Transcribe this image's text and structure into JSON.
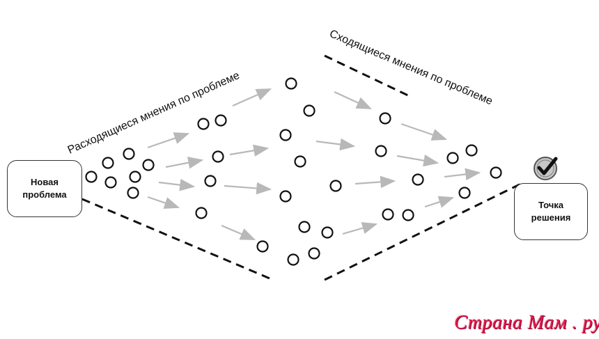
{
  "labels": {
    "divergent": "Расходящиеся мнения по проблеме",
    "convergent": "Сходящиеся мнения по проблеме"
  },
  "new_problem": {
    "line1": "Новая",
    "line2": "проблема"
  },
  "decision_point": {
    "line1": "Точка",
    "line2": "решения"
  },
  "check_icon": "check-mark-icon",
  "watermark": "Страна Мам . ру",
  "colors": {
    "line": "#111111",
    "arrow": "#b8b8b8",
    "circle": "#111111",
    "check_bg": "#c7c7c7",
    "watermark": "#e0174c"
  }
}
